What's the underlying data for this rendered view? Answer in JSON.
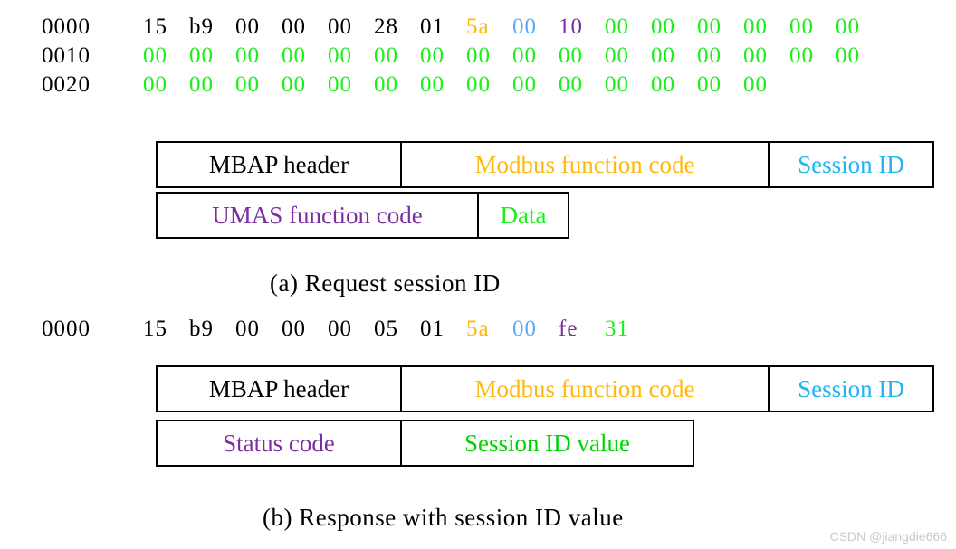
{
  "colors": {
    "black": "#000000",
    "modbus_function_code": "#ffb90a",
    "session_id": "#5ca9f5",
    "session_id_border": "#1fb6f0",
    "umas_function_code": "#7b2f9e",
    "data": "#18f018",
    "watermark": "#c9c9c9",
    "background": "#ffffff"
  },
  "figure_a": {
    "caption": "(a) Request session ID",
    "hexdump": {
      "rows": [
        {
          "offset": "0000",
          "bytes": [
            {
              "v": "15",
              "color": "black"
            },
            {
              "v": "b9",
              "color": "black"
            },
            {
              "v": "00",
              "color": "black"
            },
            {
              "v": "00",
              "color": "black"
            },
            {
              "v": "00",
              "color": "black"
            },
            {
              "v": "28",
              "color": "black"
            },
            {
              "v": "01",
              "color": "black"
            },
            {
              "v": "5a",
              "color": "orange"
            },
            {
              "v": "00",
              "color": "blue"
            },
            {
              "v": "10",
              "color": "purple"
            },
            {
              "v": "00",
              "color": "green"
            },
            {
              "v": "00",
              "color": "green"
            },
            {
              "v": "00",
              "color": "green"
            },
            {
              "v": "00",
              "color": "green"
            },
            {
              "v": "00",
              "color": "green"
            },
            {
              "v": "00",
              "color": "green"
            }
          ]
        },
        {
          "offset": "0010",
          "bytes": [
            {
              "v": "00",
              "color": "green"
            },
            {
              "v": "00",
              "color": "green"
            },
            {
              "v": "00",
              "color": "green"
            },
            {
              "v": "00",
              "color": "green"
            },
            {
              "v": "00",
              "color": "green"
            },
            {
              "v": "00",
              "color": "green"
            },
            {
              "v": "00",
              "color": "green"
            },
            {
              "v": "00",
              "color": "green"
            },
            {
              "v": "00",
              "color": "green"
            },
            {
              "v": "00",
              "color": "green"
            },
            {
              "v": "00",
              "color": "green"
            },
            {
              "v": "00",
              "color": "green"
            },
            {
              "v": "00",
              "color": "green"
            },
            {
              "v": "00",
              "color": "green"
            },
            {
              "v": "00",
              "color": "green"
            },
            {
              "v": "00",
              "color": "green"
            }
          ]
        },
        {
          "offset": "0020",
          "bytes": [
            {
              "v": "00",
              "color": "green"
            },
            {
              "v": "00",
              "color": "green"
            },
            {
              "v": "00",
              "color": "green"
            },
            {
              "v": "00",
              "color": "green"
            },
            {
              "v": "00",
              "color": "green"
            },
            {
              "v": "00",
              "color": "green"
            },
            {
              "v": "00",
              "color": "green"
            },
            {
              "v": "00",
              "color": "green"
            },
            {
              "v": "00",
              "color": "green"
            },
            {
              "v": "00",
              "color": "green"
            },
            {
              "v": "00",
              "color": "green"
            },
            {
              "v": "00",
              "color": "green"
            },
            {
              "v": "00",
              "color": "green"
            },
            {
              "v": "00",
              "color": "green"
            }
          ]
        }
      ]
    },
    "fields_row1": [
      {
        "label": "MBAP header",
        "color": "black"
      },
      {
        "label": "Modbus function code",
        "color": "orange"
      },
      {
        "label": "Session ID",
        "color": "cyan"
      }
    ],
    "fields_row2": [
      {
        "label": "UMAS function code",
        "color": "purple"
      },
      {
        "label": "Data",
        "color": "green"
      }
    ]
  },
  "figure_b": {
    "caption": "(b) Response with session ID value",
    "hexdump": {
      "rows": [
        {
          "offset": "0000",
          "bytes": [
            {
              "v": "15",
              "color": "black"
            },
            {
              "v": "b9",
              "color": "black"
            },
            {
              "v": "00",
              "color": "black"
            },
            {
              "v": "00",
              "color": "black"
            },
            {
              "v": "00",
              "color": "black"
            },
            {
              "v": "05",
              "color": "black"
            },
            {
              "v": "01",
              "color": "black"
            },
            {
              "v": "5a",
              "color": "orange"
            },
            {
              "v": "00",
              "color": "blue"
            },
            {
              "v": "fe",
              "color": "purple"
            },
            {
              "v": "31",
              "color": "green"
            }
          ]
        }
      ]
    },
    "fields_row1": [
      {
        "label": "MBAP header",
        "color": "black"
      },
      {
        "label": "Modbus function code",
        "color": "orange"
      },
      {
        "label": "Session ID",
        "color": "cyan"
      }
    ],
    "fields_row2": [
      {
        "label": "Status code",
        "color": "purple"
      },
      {
        "label": "Session ID value",
        "color": "green2"
      }
    ]
  },
  "watermark": "CSDN @jiangdie666"
}
